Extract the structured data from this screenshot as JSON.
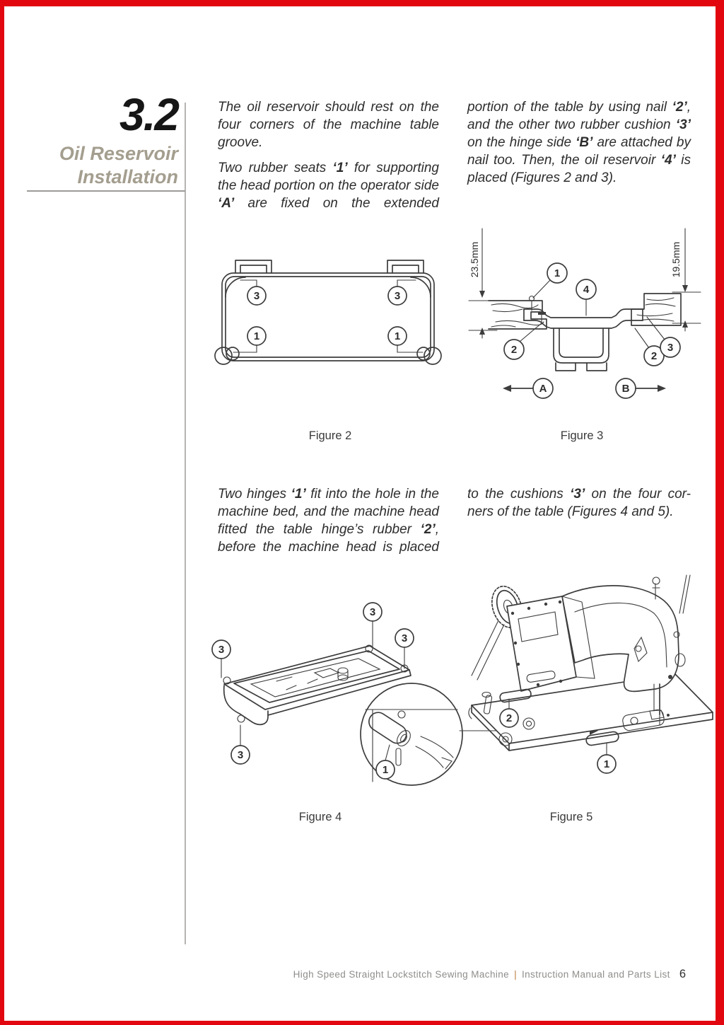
{
  "frame_color": "#e2070f",
  "section": {
    "number": "3.2",
    "title_line1": "Oil Reservoir",
    "title_line2": "Installation"
  },
  "body": {
    "p1": [
      {
        "t": "The oil reservoir should rest on the four corners of the machine table groove."
      }
    ],
    "p2": [
      {
        "t": "Two rubber seats "
      },
      {
        "t": "‘1’",
        "b": 1
      },
      {
        "t": " for supporting the head portion on the operator side "
      },
      {
        "t": "‘A’",
        "b": 1
      },
      {
        "t": " are fixed on the extended"
      }
    ],
    "p3": [
      {
        "t": "portion of the table by using nail "
      },
      {
        "t": "‘2’",
        "b": 1
      },
      {
        "t": ", and the other two rubber cushion "
      },
      {
        "t": "‘3’",
        "b": 1
      },
      {
        "t": " on the hinge side "
      },
      {
        "t": "‘B’",
        "b": 1
      },
      {
        "t": " are attached by nail too. Then, the oil reservoir "
      },
      {
        "t": "‘4’",
        "b": 1
      },
      {
        "t": " is placed (Figures 2 and 3)."
      }
    ],
    "p4": [
      {
        "t": "Two hinges "
      },
      {
        "t": "‘1’",
        "b": 1
      },
      {
        "t": " fit into the hole in the machine bed, and the machine head fitted the table hinge’s rubber "
      },
      {
        "t": "‘2’",
        "b": 1
      },
      {
        "t": ", before the machine head is placed"
      }
    ],
    "p5": [
      {
        "t": "to the cushions "
      },
      {
        "t": "‘3’",
        "b": 1
      },
      {
        "t": " on the four cor-ners of the table (Figures 4 and 5)."
      }
    ]
  },
  "figures": {
    "fig2": {
      "caption": "Figure 2",
      "callouts": [
        "3",
        "3",
        "1",
        "1"
      ]
    },
    "fig3": {
      "caption": "Figure 3",
      "dim_left": "23.5mm",
      "dim_right": "19.5mm",
      "callouts": [
        "1",
        "4",
        "2",
        "2",
        "3"
      ],
      "dir_a": "A",
      "dir_b": "B"
    },
    "fig4": {
      "caption": "Figure 4",
      "callouts": [
        "3",
        "3",
        "3",
        "3",
        "1"
      ]
    },
    "fig5": {
      "caption": "Figure 5",
      "callouts": [
        "2",
        "1"
      ]
    }
  },
  "footer": {
    "title": "High Speed Straight Lockstitch Sewing Machine",
    "separator": "|",
    "subtitle": "Instruction Manual and Parts List",
    "page_number": "6"
  }
}
